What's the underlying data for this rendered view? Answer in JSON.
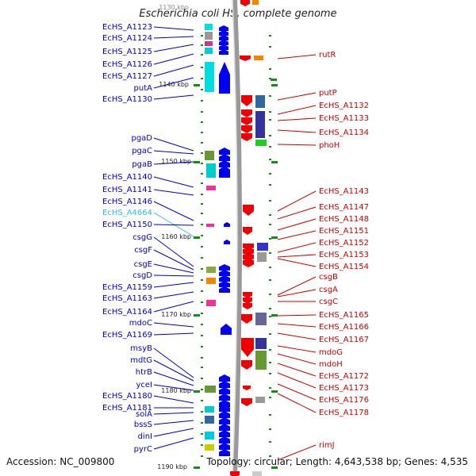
{
  "title": "Escherichia coli HS, complete genome",
  "footer": {
    "accession": "Accession: NC_009800",
    "topology": "Topology: circular; Length: 4,643,538 bp; Genes: 4,535"
  },
  "scale_labels": [
    "1130 kbp",
    "1140 kbp",
    "1150 kbp",
    "1160 kbp",
    "1170 kbp",
    "1180 kbp",
    "1190 kbp"
  ],
  "left_genes": [
    {
      "label": "EcHS_A1123",
      "color": "#0000cc"
    },
    {
      "label": "EcHS_A1124",
      "color": "#0000cc"
    },
    {
      "label": "EcHS_A1125",
      "color": "#0000cc"
    },
    {
      "label": "EcHS_A1126",
      "color": "#0000cc"
    },
    {
      "label": "EcHS_A1127",
      "color": "#0000cc"
    },
    {
      "label": "putA",
      "color": "#0000cc"
    },
    {
      "label": "EcHS_A1130",
      "color": "#0000cc"
    },
    {
      "label": "pgaD",
      "color": "#0000cc"
    },
    {
      "label": "pgaC",
      "color": "#0000cc"
    },
    {
      "label": "pgaB",
      "color": "#0000cc"
    },
    {
      "label": "EcHS_A1140",
      "color": "#0000cc"
    },
    {
      "label": "EcHS_A1141",
      "color": "#0000cc"
    },
    {
      "label": "EcHS_A1146",
      "color": "#0000cc"
    },
    {
      "label": "EcHS_A4664",
      "color": "#33bbee"
    },
    {
      "label": "EcHS_A1150",
      "color": "#0000cc"
    },
    {
      "label": "csgG",
      "color": "#0000cc"
    },
    {
      "label": "csgF",
      "color": "#0000cc"
    },
    {
      "label": "csgE",
      "color": "#0000cc"
    },
    {
      "label": "csgD",
      "color": "#0000cc"
    },
    {
      "label": "EcHS_A1159",
      "color": "#0000cc"
    },
    {
      "label": "EcHS_A1163",
      "color": "#0000cc"
    },
    {
      "label": "EcHS_A1164",
      "color": "#0000cc"
    },
    {
      "label": "mdoC",
      "color": "#0000cc"
    },
    {
      "label": "EcHS_A1169",
      "color": "#0000cc"
    },
    {
      "label": "msyB",
      "color": "#0000cc"
    },
    {
      "label": "mdtG",
      "color": "#0000cc"
    },
    {
      "label": "htrB",
      "color": "#0000cc"
    },
    {
      "label": "yceI",
      "color": "#0000cc"
    },
    {
      "label": "EcHS_A1180",
      "color": "#0000cc"
    },
    {
      "label": "EcHS_A1181",
      "color": "#0000cc"
    },
    {
      "label": "solA",
      "color": "#0000cc"
    },
    {
      "label": "bssS",
      "color": "#0000cc"
    },
    {
      "label": "dinI",
      "color": "#0000cc"
    },
    {
      "label": "pyrC",
      "color": "#0000cc"
    }
  ],
  "right_genes": [
    {
      "label": "rutR",
      "color": "#cc0000"
    },
    {
      "label": "putP",
      "color": "#cc0000"
    },
    {
      "label": "EcHS_A1132",
      "color": "#cc0000"
    },
    {
      "label": "EcHS_A1133",
      "color": "#cc0000"
    },
    {
      "label": "EcHS_A1134",
      "color": "#cc0000"
    },
    {
      "label": "phoH",
      "color": "#cc0000"
    },
    {
      "label": "EcHS_A1143",
      "color": "#cc0000"
    },
    {
      "label": "EcHS_A1147",
      "color": "#cc0000"
    },
    {
      "label": "EcHS_A1148",
      "color": "#cc0000"
    },
    {
      "label": "EcHS_A1151",
      "color": "#cc0000"
    },
    {
      "label": "EcHS_A1152",
      "color": "#cc0000"
    },
    {
      "label": "EcHS_A1153",
      "color": "#cc0000"
    },
    {
      "label": "EcHS_A1154",
      "color": "#cc0000"
    },
    {
      "label": "csgB",
      "color": "#cc0000"
    },
    {
      "label": "csgA",
      "color": "#cc0000"
    },
    {
      "label": "csgC",
      "color": "#cc0000"
    },
    {
      "label": "EcHS_A1165",
      "color": "#cc0000"
    },
    {
      "label": "EcHS_A1166",
      "color": "#cc0000"
    },
    {
      "label": "EcHS_A1167",
      "color": "#cc0000"
    },
    {
      "label": "mdoG",
      "color": "#cc0000"
    },
    {
      "label": "mdoH",
      "color": "#cc0000"
    },
    {
      "label": "EcHS_A1172",
      "color": "#cc0000"
    },
    {
      "label": "EcHS_A1173",
      "color": "#cc0000"
    },
    {
      "label": "EcHS_A1176",
      "color": "#cc0000"
    },
    {
      "label": "EcHS_A1178",
      "color": "#cc0000"
    },
    {
      "label": "rimJ",
      "color": "#cc0000"
    }
  ],
  "colors": {
    "forward_strand": "#0000ee",
    "reverse_strand": "#ee0000",
    "backbone": "#999999",
    "tick": "#1a8a1a"
  }
}
